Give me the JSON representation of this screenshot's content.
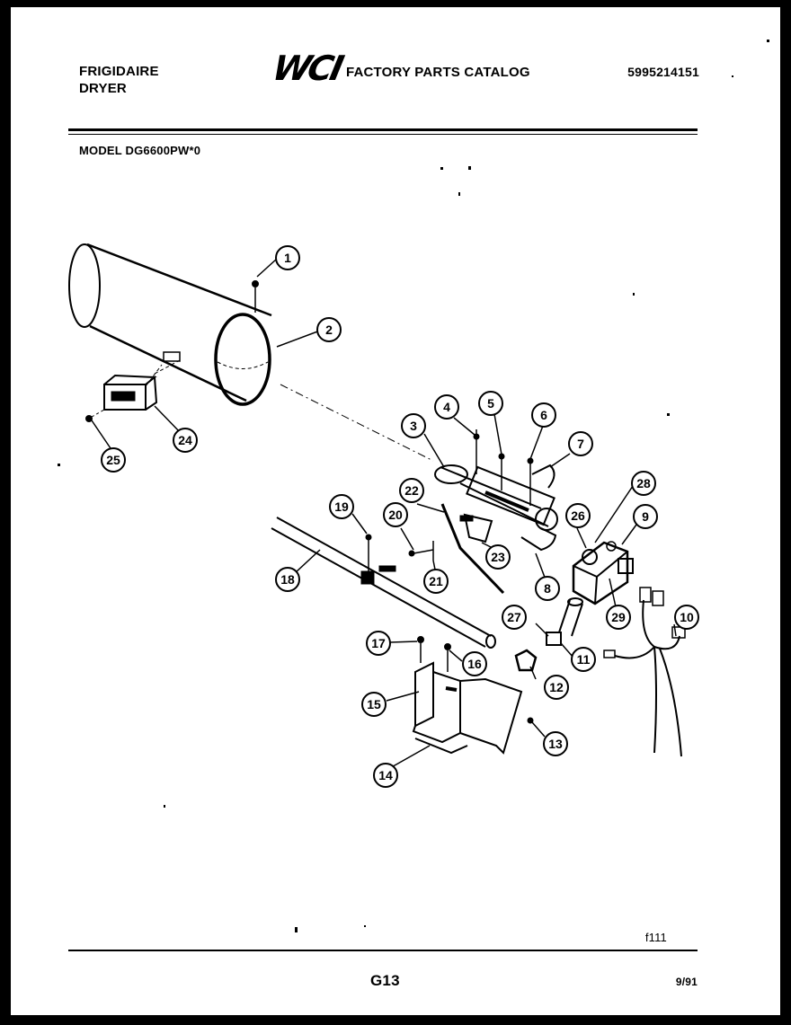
{
  "header": {
    "brand_line1": "FRIGIDAIRE",
    "brand_line2": "DRYER",
    "logo": "WCI",
    "catalog_title": "FACTORY PARTS CATALOG",
    "part_number": "5995214151"
  },
  "model_label": "MODEL DG6600PW*0",
  "footer": {
    "figure_code": "f111",
    "page_code": "G13",
    "date_code": "9/91"
  },
  "callouts": [
    {
      "id": "1",
      "label": "1"
    },
    {
      "id": "2",
      "label": "2"
    },
    {
      "id": "3",
      "label": "3"
    },
    {
      "id": "4",
      "label": "4"
    },
    {
      "id": "5",
      "label": "5"
    },
    {
      "id": "6",
      "label": "6"
    },
    {
      "id": "7",
      "label": "7"
    },
    {
      "id": "8",
      "label": "8"
    },
    {
      "id": "9",
      "label": "9"
    },
    {
      "id": "10",
      "label": "10"
    },
    {
      "id": "11",
      "label": "11"
    },
    {
      "id": "12",
      "label": "12"
    },
    {
      "id": "13",
      "label": "13"
    },
    {
      "id": "14",
      "label": "14"
    },
    {
      "id": "15",
      "label": "15"
    },
    {
      "id": "16",
      "label": "16"
    },
    {
      "id": "17",
      "label": "17"
    },
    {
      "id": "18",
      "label": "18"
    },
    {
      "id": "19",
      "label": "19"
    },
    {
      "id": "20",
      "label": "20"
    },
    {
      "id": "21",
      "label": "21"
    },
    {
      "id": "22",
      "label": "22"
    },
    {
      "id": "23",
      "label": "23"
    },
    {
      "id": "24",
      "label": "24"
    },
    {
      "id": "25",
      "label": "25"
    },
    {
      "id": "26",
      "label": "26"
    },
    {
      "id": "27",
      "label": "27"
    },
    {
      "id": "28",
      "label": "28"
    },
    {
      "id": "29",
      "label": "29"
    }
  ]
}
